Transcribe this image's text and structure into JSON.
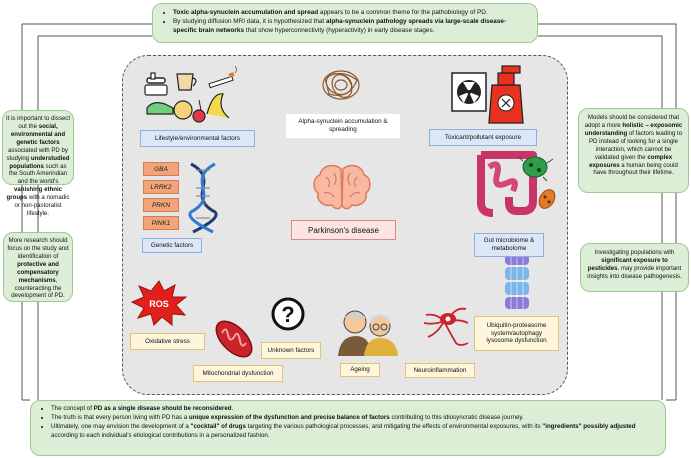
{
  "top_note": {
    "b1_bold": "Toxic alpha-synuclein accumulation and spread",
    "b1_rest": " appears to be a common theme for the pathobiology of PD.",
    "b2_pre": "By studying diffusion MRI data, it is hypothesized that ",
    "b2_bold": "alpha-synuclein pathology spreads via large-scale disease-specific brain networks",
    "b2_post": " that show hyperconnectivity (hyperactivity) in early disease stages."
  },
  "left_note_1": {
    "p1": "It is important to dissect out the ",
    "b1": "social, environmental and genetic factors",
    "p2": " associated with PD by studying ",
    "b2": "understudied populations",
    "p3": " such as the South Amerindian and the world's ",
    "b3": "vanishing ethnic groups",
    "p4": " with a nomadic or non-pastoralist lifestyle."
  },
  "left_note_2": {
    "p1": "More research should focus on the study and identification of ",
    "b1": "protective and compensatory mechanisms",
    "p2": ", counteracting the development of PD."
  },
  "right_note_1": {
    "p1": "Models should be considered that adopt a more ",
    "b1": "holistic – exposomic understanding",
    "p2": " of factors leading to PD instead of looking for a single interaction, which cannot be validated given the ",
    "b2": "complex exposures",
    "p3": " a human being could have throughout their lifetime."
  },
  "right_note_2": {
    "p1": "Investigating populations with ",
    "b1": "significant exposure to pesticides",
    "p2": ", may provide important insights into disease pathogenesis."
  },
  "bottom_note": {
    "b1_pre": "The concept of ",
    "b1_bold": "PD as a single disease should be reconsidered",
    "b1_post": ".",
    "b2_pre": "The truth is that every person living with PD has a ",
    "b2_bold": "unique expression of the dysfunction and precise balance of factors",
    "b2_post": " contributing to this idiosyncratic disease journey.",
    "b3_pre": "Ultimately, one may envision the development of a ",
    "b3_bold1": "\"cocktail\" of drugs",
    "b3_mid": " targeting the various pathological processes, and mitigating the effects of environmental exposures, with its ",
    "b3_bold2": "\"ingredients\" possibly adjusted",
    "b3_post": " according to each individual's etiological contributions in a personalized fashion."
  },
  "center": {
    "lifestyle": "Lifestyle/environmental factors",
    "alpha": "Alpha-synuclein accumulation & spreading",
    "toxicant": "Toxicant/pollutant exposure",
    "genetic": "Genetic factors",
    "gut": "Gut microbiome & metabolome",
    "pd": "Parkinson's disease",
    "oxidative": "Oxidative stress",
    "mito": "Mitochondrial dysfunction",
    "unknown": "Unknown factors",
    "ageing": "Ageing",
    "neuro": "Neuroinflammation",
    "ups": "Ubiquitin-proteasome system/autophagy lysosome dysfunction",
    "ros": "ROS",
    "genes": [
      "GBA",
      "LRRK2",
      "PRKN",
      "PINK1"
    ]
  },
  "colors": {
    "green_fill": "#dcefd6",
    "center_fill": "#e6e6e6",
    "label_fill": "#fdf6dc",
    "blue_label_fill": "#dbe7f6",
    "pd_fill": "#fde4e4",
    "gene_fill": "#f2a37a",
    "ros_red": "#e0201b"
  },
  "icons": [
    "food-lifestyle-icon",
    "alpha-synuclein-icon",
    "toxicant-spray-icon",
    "dna-icon",
    "brain-icon",
    "gut-microbiome-icon",
    "ros-burst-icon",
    "mitochondria-icon",
    "question-mark-icon",
    "elderly-couple-icon",
    "microglia-icon",
    "proteasome-icon"
  ]
}
